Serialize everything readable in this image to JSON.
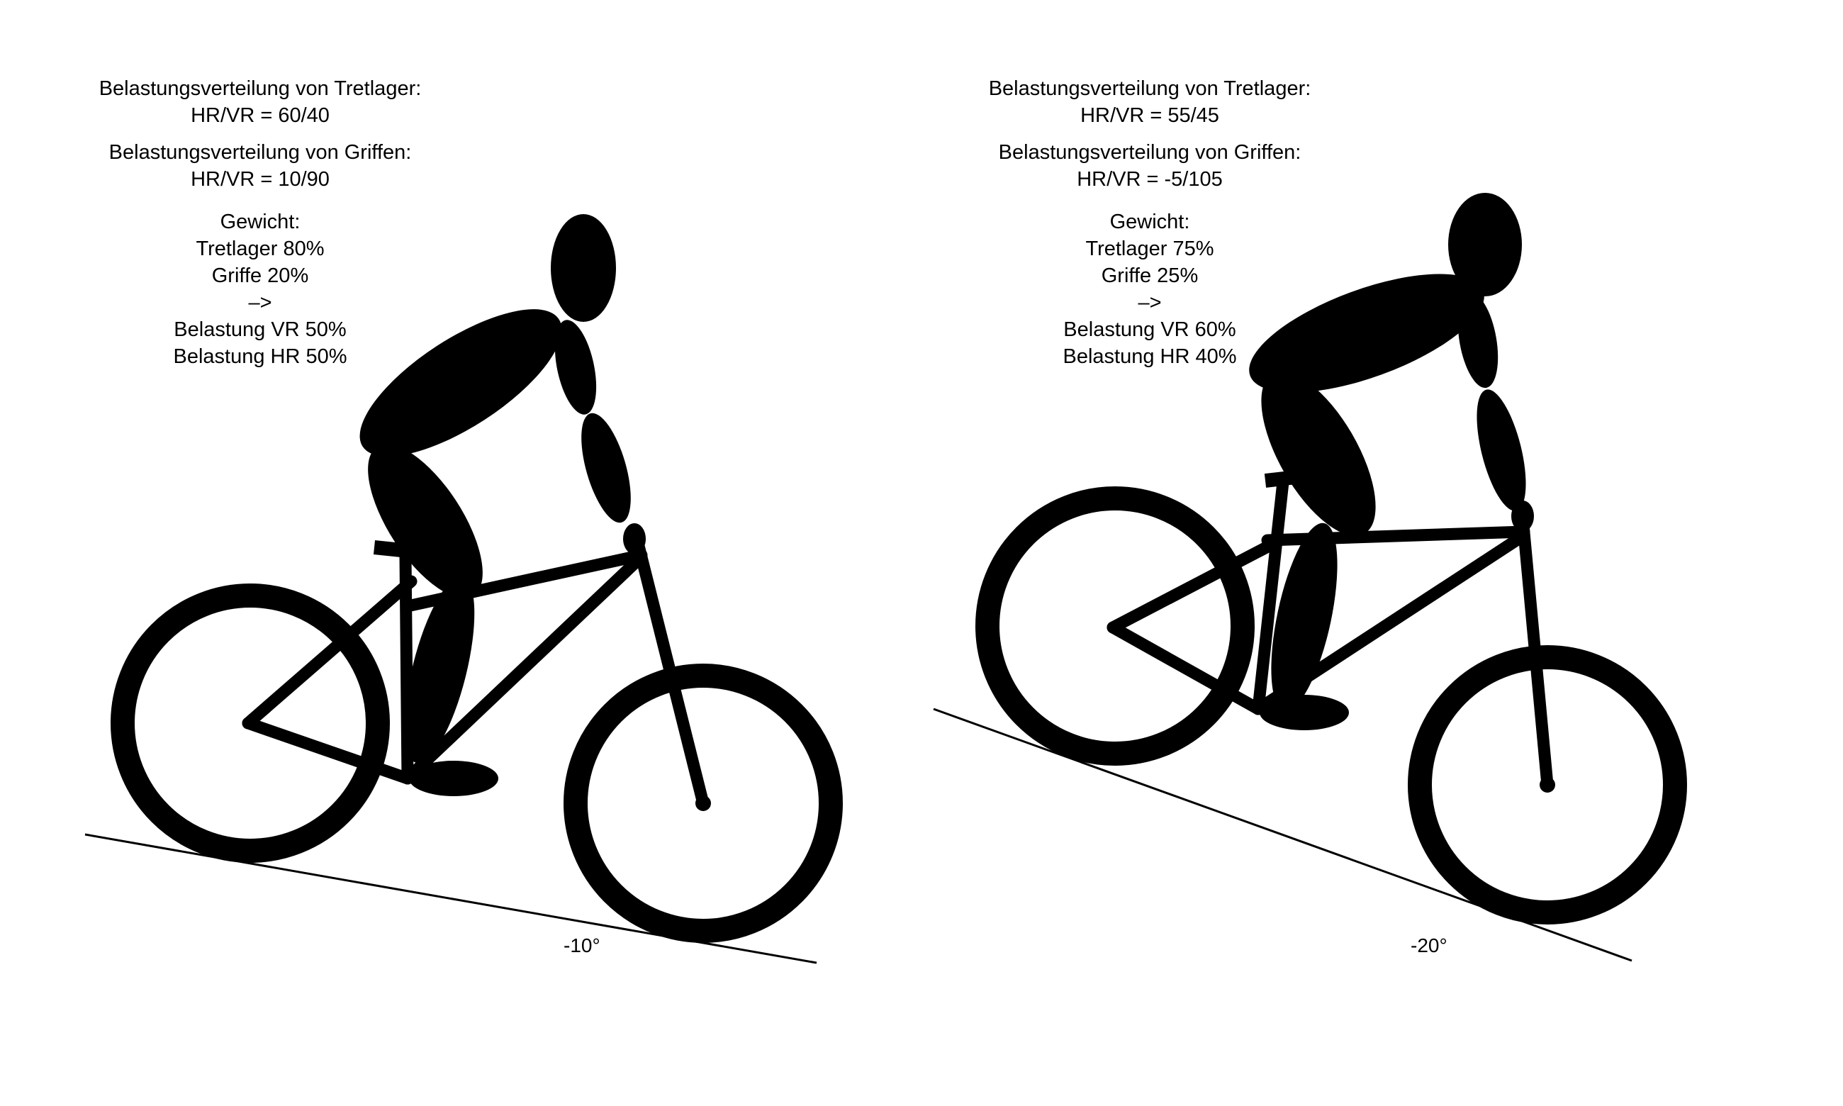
{
  "panels": [
    {
      "bb_title": "Belastungsverteilung von Tretlager:",
      "bb_ratio": "HR/VR = 60/40",
      "grip_title": "Belastungsverteilung von Griffen:",
      "grip_ratio": "HR/VR = 10/90",
      "weight_title": "Gewicht:",
      "weight_bb": "Tretlager 80%",
      "weight_grip": "Griffe 20%",
      "arrow": "–>",
      "load_front": "Belastung VR 50%",
      "load_rear": "Belastung HR 50%",
      "angle": "-10°"
    },
    {
      "bb_title": "Belastungsverteilung von Tretlager:",
      "bb_ratio": "HR/VR = 55/45",
      "grip_title": "Belastungsverteilung von Griffen:",
      "grip_ratio": "HR/VR = -5/105",
      "weight_title": "Gewicht:",
      "weight_bb": "Tretlager 75%",
      "weight_grip": "Griffe 25%",
      "arrow": "–>",
      "load_front": "Belastung VR 60%",
      "load_rear": "Belastung HR 40%",
      "angle": "-20°"
    }
  ],
  "colors": {
    "ink": "#000000",
    "background": "#ffffff"
  }
}
